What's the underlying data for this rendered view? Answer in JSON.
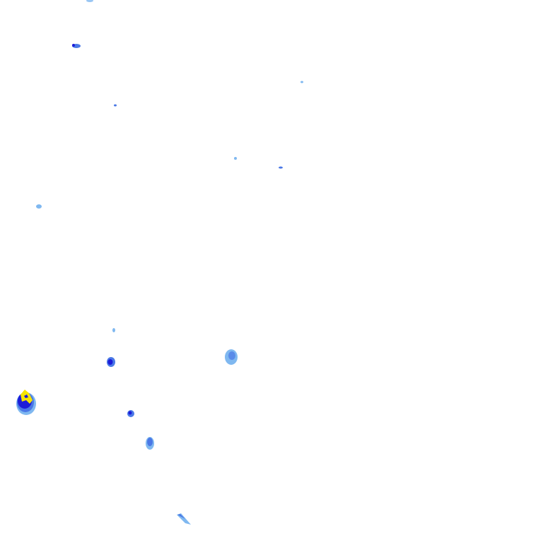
{
  "radar_overlay": {
    "background_color": "#ffffff",
    "intensity_palette": {
      "light": "#7fb8f0",
      "medium": "#4a78e6",
      "strong": "#1c1cd8",
      "extreme": "#f5e400"
    },
    "echo_cells": [
      {
        "id": "cell-top-left-1"
      },
      {
        "id": "cell-top-left-2"
      },
      {
        "id": "cell-top-left-3"
      },
      {
        "id": "cell-top-center-1"
      },
      {
        "id": "cell-center-1"
      },
      {
        "id": "cell-center-2"
      },
      {
        "id": "cell-left-1"
      },
      {
        "id": "cell-lower-left-1"
      },
      {
        "id": "cell-lower-left-2"
      },
      {
        "id": "cell-lower-center-1"
      },
      {
        "id": "cell-storm-main"
      },
      {
        "id": "cell-lower-left-3"
      },
      {
        "id": "cell-lower-left-4"
      },
      {
        "id": "cell-bottom-1"
      }
    ]
  }
}
